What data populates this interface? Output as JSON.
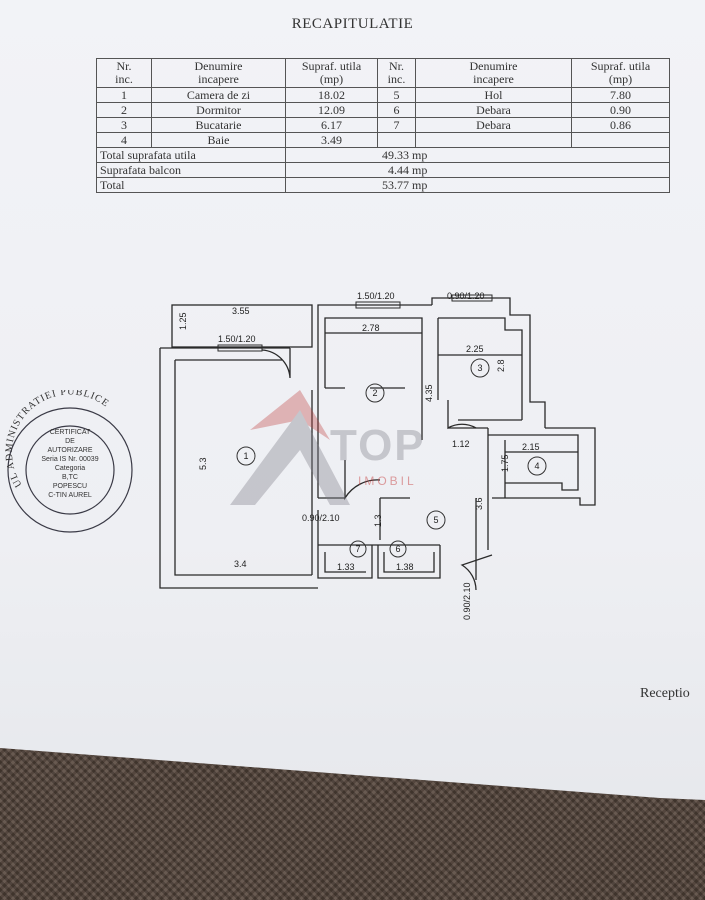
{
  "document": {
    "title": "RECAPITULATIE",
    "reception_label": "Receptio"
  },
  "table": {
    "headers": {
      "nr": [
        "Nr.",
        "inc."
      ],
      "name": [
        "Denumire",
        "incapere"
      ],
      "area": [
        "Supraf. utila",
        "(mp)"
      ]
    },
    "rows": [
      {
        "nr1": "1",
        "name1": "Camera de zi",
        "area1": "18.02",
        "nr2": "5",
        "name2": "Hol",
        "area2": "7.80"
      },
      {
        "nr1": "2",
        "name1": "Dormitor",
        "area1": "12.09",
        "nr2": "6",
        "name2": "Debara",
        "area2": "0.90"
      },
      {
        "nr1": "3",
        "name1": "Bucatarie",
        "area1": "6.17",
        "nr2": "7",
        "name2": "Debara",
        "area2": "0.86"
      },
      {
        "nr1": "4",
        "name1": "Baie",
        "area1": "3.49",
        "nr2": "",
        "name2": "",
        "area2": ""
      }
    ],
    "totals": [
      {
        "label": "Total suprafata utila",
        "value": "49.33 mp"
      },
      {
        "label": "Suprafata balcon",
        "value": "4.44 mp"
      },
      {
        "label": "Total",
        "value": "53.77 mp"
      }
    ]
  },
  "floor_plan": {
    "window_labels": [
      "1.50/1.20",
      "0.90/1.20",
      "1.50/1.20"
    ],
    "dimensions": [
      "3.55",
      "1.25",
      "2.78",
      "2.25",
      "2.8",
      "4.35",
      "5.3",
      "1.12",
      "2.15",
      "1.75",
      "3.6",
      "1.3",
      "3.4",
      "1.33",
      "1.38"
    ],
    "door_labels": [
      "0.90/2.10",
      "0.90/2.10"
    ],
    "room_numbers": [
      "1",
      "2",
      "3",
      "4",
      "5",
      "6",
      "7"
    ]
  },
  "stamp": {
    "ring_text": "UL ADMINISTRATIEI PUBLICE",
    "lines": [
      "CERTIFICAT",
      "DE",
      "AUTORIZARE",
      "Seria IS Nr. 00039",
      "Categoria",
      "B,TC",
      "POPESCU",
      "C-TIN AUREL"
    ]
  },
  "watermark": {
    "brand": "TOP",
    "sub": "IMOBIL"
  }
}
